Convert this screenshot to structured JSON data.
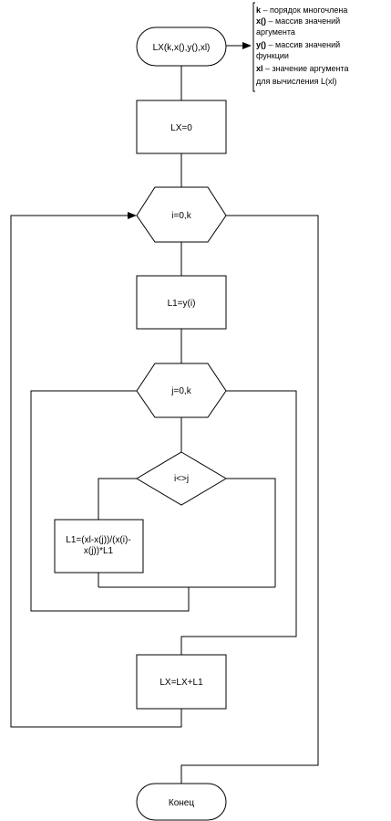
{
  "flowchart": {
    "start_label": "LX(k,x(),y(),xl)",
    "lx_init_label": "LX=0",
    "loop_i_label": "i=0,k",
    "l1_init_label": "L1=y(i)",
    "loop_j_label": "j=0,k",
    "decision_label": "i<>j",
    "l1_update_line1": "L1=(xl-x(j))/(x(i)-",
    "l1_update_line2": "x(j))*L1",
    "lx_update_label": "LX=LX+L1",
    "end_label": "Конец"
  },
  "annotation": {
    "lines": [
      {
        "term": "k",
        "text": " – порядок многочлена"
      },
      {
        "term": "x()",
        "text": " – массив значений"
      },
      {
        "term": "",
        "text": "аргумента"
      },
      {
        "term": "y()",
        "text": " – массив значений"
      },
      {
        "term": "",
        "text": "функции"
      },
      {
        "term": "xl",
        "text": " – значение аргумента"
      },
      {
        "term": "",
        "text": "для вычисления  L(xl)"
      }
    ]
  }
}
